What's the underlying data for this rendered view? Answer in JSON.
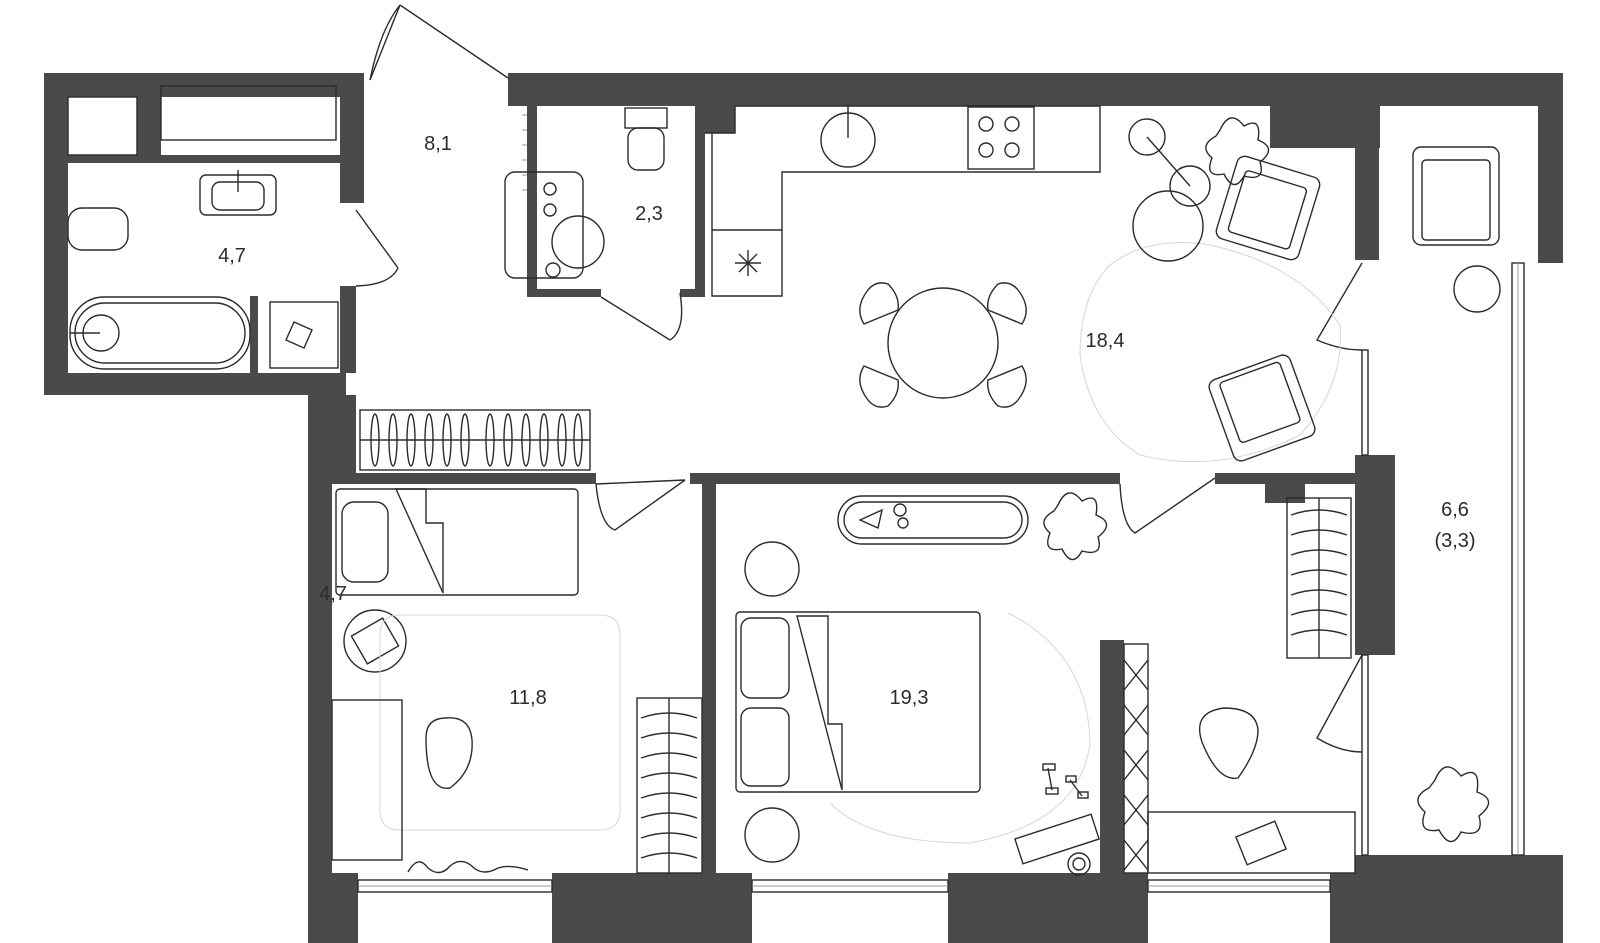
{
  "rooms": {
    "hall": {
      "area": "8,1"
    },
    "bathroom": {
      "area": "4,7"
    },
    "wc": {
      "area": "2,3"
    },
    "kitchen_living": {
      "area": "18,4"
    },
    "balcony": {
      "area": "6,6",
      "area_reduced": "(3,3)"
    },
    "corridor": {
      "area": "4,7"
    },
    "bedroom_small": {
      "area": "11,8"
    },
    "bedroom_master": {
      "area": "19,3"
    }
  },
  "colors": {
    "wall": "#4a4a4a",
    "line": "#2b2b2b",
    "background": "#ffffff"
  }
}
